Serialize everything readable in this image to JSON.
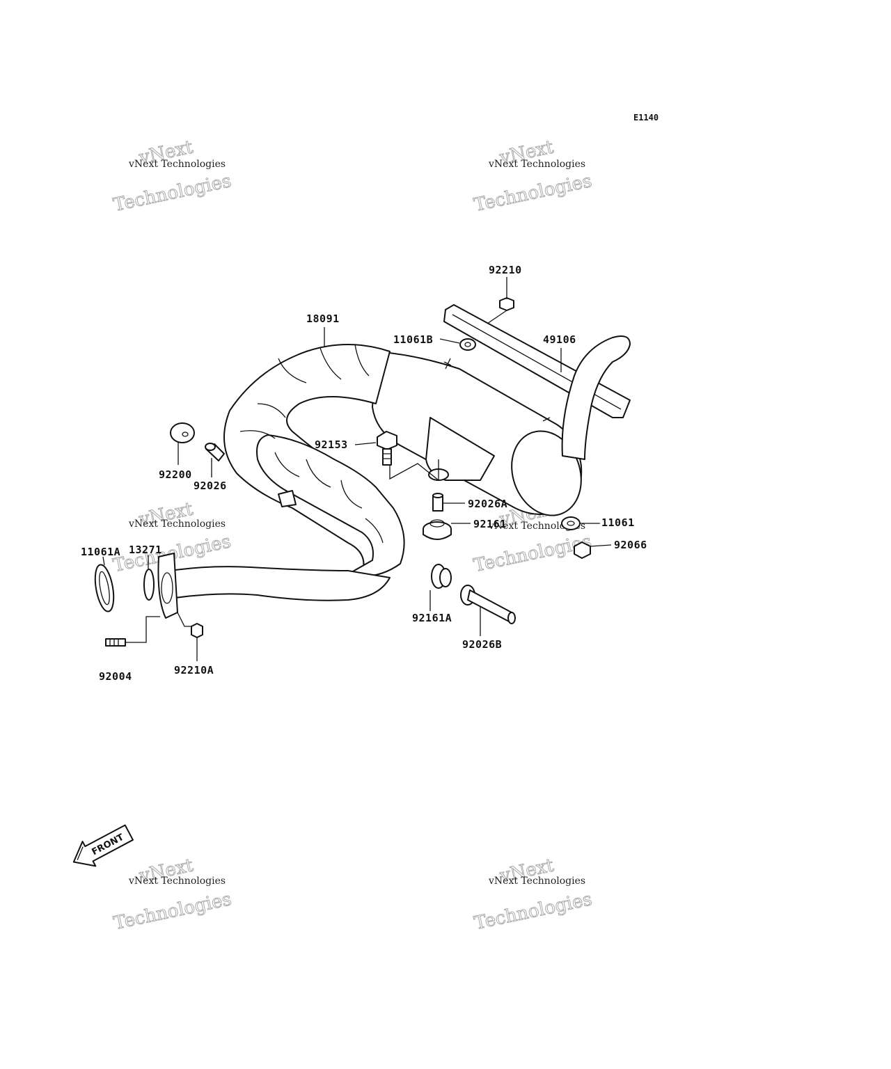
{
  "diagram_code": "E1140",
  "watermark": {
    "line1": "vNext Technologies",
    "line2": "Technologies",
    "line3": "vNext"
  },
  "front_label": "FRONT",
  "callouts": {
    "c92210": "92210",
    "c18091": "18091",
    "c11061B": "11061B",
    "c49106": "49106",
    "c92153": "92153",
    "c92200": "92200",
    "c92026": "92026",
    "c92026A": "92026A",
    "c92161": "92161",
    "c11061": "11061",
    "c92066": "92066",
    "c11061A": "11061A",
    "c13271": "13271",
    "c92161A": "92161A",
    "c92026B": "92026B",
    "c92004": "92004",
    "c92210A": "92210A"
  }
}
